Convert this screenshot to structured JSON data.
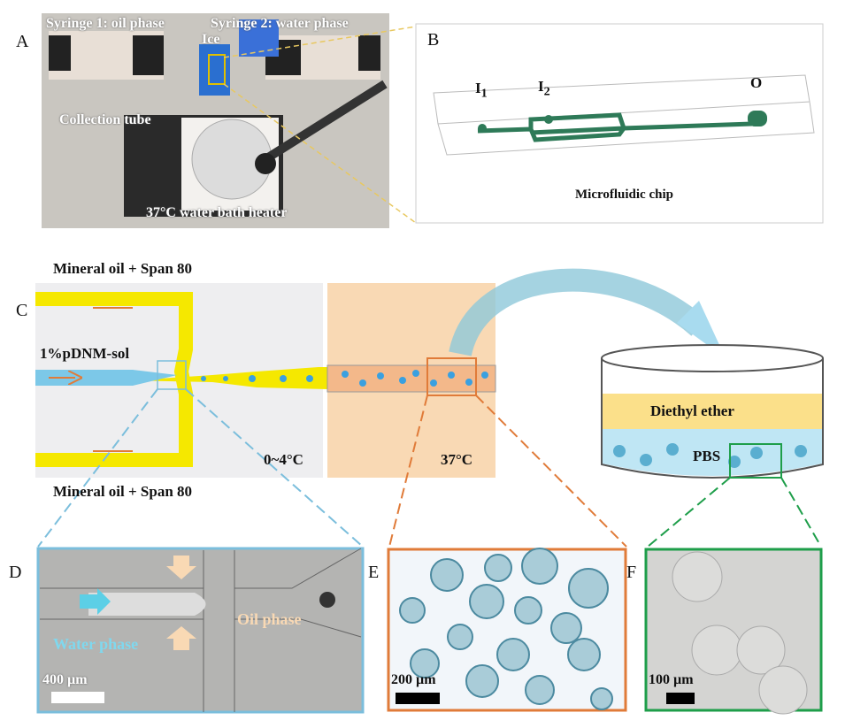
{
  "panels": {
    "a": "A",
    "b": "B",
    "c": "C",
    "d": "D",
    "e": "E",
    "f": "F"
  },
  "photo": {
    "syringe1": "Syringe 1: oil phase",
    "syringe2": "Syringe 2: water phase",
    "ice": "Ice",
    "collection": "Collection tube",
    "heater": "37°C water bath heater"
  },
  "chip": {
    "i1": "I",
    "i1_sub": "1",
    "i2": "I",
    "i2_sub": "2",
    "o": "O",
    "caption": "Microfluidic chip"
  },
  "diagram": {
    "oil_top": "Mineral oil + Span 80",
    "oil_bottom": "Mineral oil + Span 80",
    "water": "1%pDNM-sol",
    "cold": "0~4°C",
    "warm": "37°C",
    "ether": "Diethyl ether",
    "pbs": "PBS"
  },
  "micro": {
    "water_phase": "Water phase",
    "oil_phase": "Oil phase",
    "scale_d": "400 µm",
    "scale_e": "200 µm",
    "scale_f": "100 µm"
  },
  "colors": {
    "yellow": "#f5e800",
    "blue": "#7cc8e8",
    "orange": "#f9d9b4",
    "green": "#1e9e4a",
    "orange_line": "#e07b39",
    "blue_line": "#7bbedc"
  }
}
